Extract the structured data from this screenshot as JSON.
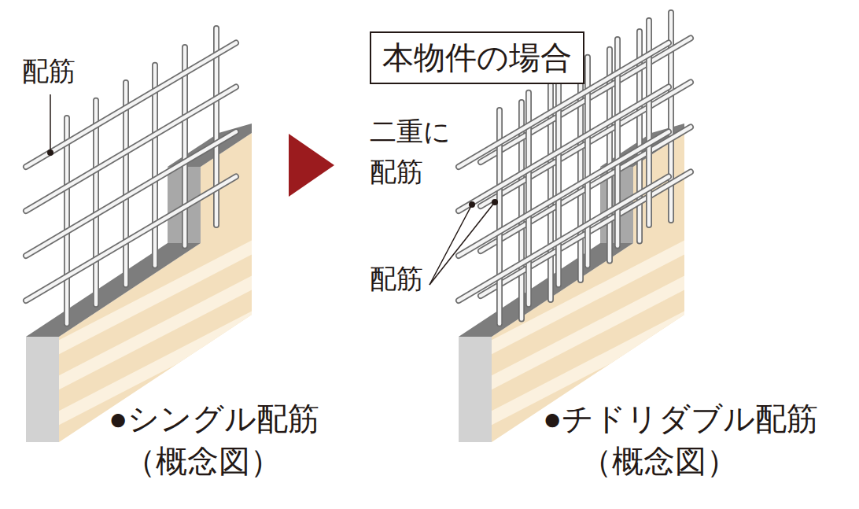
{
  "diagram": {
    "nodes": [
      {
        "text": [
          "本物件の場合"
        ]
      }
    ],
    "labels": [
      "配筋",
      "二重に 配筋",
      "配筋",
      "●シングル配筋",
      "（概念図）",
      "●チドリダブル配筋",
      "（概念図）"
    ]
  }
}
